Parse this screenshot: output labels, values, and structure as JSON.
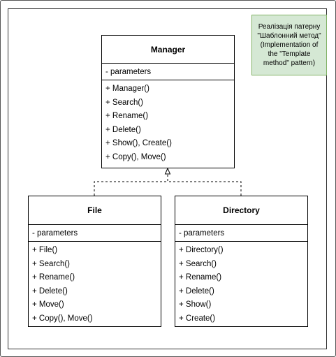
{
  "note": {
    "lines": [
      "Реалізація патерну",
      "\"Шаблонний метод\"",
      "(Implementation of",
      "the \"Template",
      "method\" pattern)"
    ]
  },
  "classes": {
    "manager": {
      "name": "Manager",
      "attributes": [
        "- parameters"
      ],
      "operations": [
        "+ Manager()",
        "+ Search()",
        "+ Rename()",
        "+ Delete()",
        "+ Show(), Create()",
        "+ Copy(), Move()"
      ]
    },
    "file": {
      "name": "File",
      "attributes": [
        "- parameters"
      ],
      "operations": [
        "+ File()",
        "+ Search()",
        "+ Rename()",
        "+ Delete()",
        "+ Move()",
        "+ Copy(), Move()"
      ]
    },
    "directory": {
      "name": "Directory",
      "attributes": [
        "- parameters"
      ],
      "operations": [
        "+ Directory()",
        "+ Search()",
        "+ Rename()",
        "+ Delete()",
        "+ Show()",
        "+ Create()"
      ]
    }
  },
  "colors": {
    "note_fill": "#d5e8d4",
    "note_border": "#82b366"
  },
  "relations": [
    {
      "from": "File",
      "to": "Manager",
      "type": "realization"
    },
    {
      "from": "Directory",
      "to": "Manager",
      "type": "realization"
    }
  ]
}
